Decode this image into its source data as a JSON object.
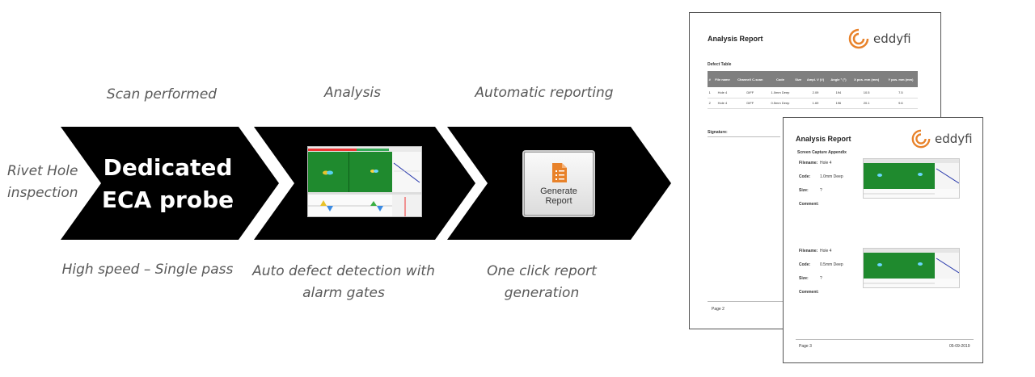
{
  "left_label": [
    "Rivet Hole",
    "inspection"
  ],
  "steps": [
    {
      "top": "Scan performed",
      "body": [
        "Dedicated",
        "ECA probe"
      ],
      "bottom": [
        "High speed – Single pass"
      ]
    },
    {
      "top": "Analysis",
      "bottom": [
        "Auto defect detection with",
        "alarm gates"
      ]
    },
    {
      "top": "Automatic reporting",
      "button_label": [
        "Generate",
        "Report"
      ],
      "bottom": [
        "One click report",
        "generation"
      ]
    }
  ],
  "report_page_1": {
    "title": "Analysis Report",
    "logo_text": "eddyfi",
    "section": "Defect Table",
    "columns": [
      "#",
      "File name",
      "Channel/ C-scan",
      "Code",
      "Size",
      "Ampl. V (V)",
      "Angle ° (°)",
      "X pos. mm (mm)",
      "Y pos. mm (mm)"
    ],
    "rows": [
      [
        "1",
        "Hole 4",
        "DIFF",
        "1.0mm Deep",
        "",
        "2.09",
        "194",
        "10.5",
        "7.5"
      ],
      [
        "2",
        "Hole 4",
        "DIFF",
        "0.5mm Deep",
        "",
        "1.69",
        "196",
        "20.1",
        "9.6"
      ]
    ],
    "signature_label": "Signature:",
    "footer": "Page 2"
  },
  "report_page_2": {
    "title": "Analysis Report",
    "logo_text": "eddyfi",
    "section": "Screen Capture Appendix",
    "entries": [
      {
        "filename_label": "Filename:",
        "filename": "Hole 4",
        "code_label": "Code:",
        "code": "1.0mm Deep",
        "size_label": "Size:",
        "size": "?",
        "comment_label": "Comment:"
      },
      {
        "filename_label": "Filename:",
        "filename": "Hole 4",
        "code_label": "Code:",
        "code": "0.5mm Deep",
        "size_label": "Size:",
        "size": "?",
        "comment_label": "Comment:"
      }
    ],
    "footer_left": "Page 3",
    "footer_right": "05-09-2019"
  },
  "colors": {
    "chevron": "#000000",
    "caption": "#595959",
    "scan_green": "#1f8a2e",
    "accent_orange": "#e8822a"
  }
}
